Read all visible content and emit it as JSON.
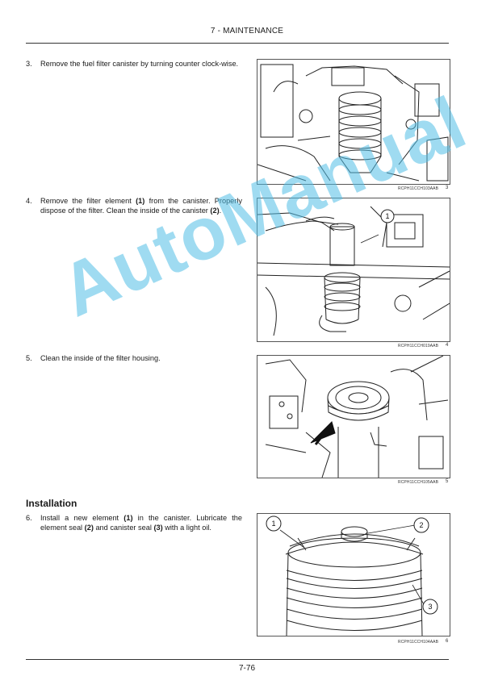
{
  "header": {
    "title": "7 - MAINTENANCE"
  },
  "steps": [
    {
      "num": "3.",
      "parts": [
        "Remove the fuel filter canister by turning counter clock-wise."
      ]
    },
    {
      "num": "4.",
      "parts": [
        "Remove the filter element ",
        "(1)",
        " from the canister. Properly dispose of the filter. Clean the inside of the canister ",
        "(2)",
        "."
      ]
    },
    {
      "num": "5.",
      "parts": [
        "Clean the inside of the filter housing."
      ]
    },
    {
      "num": "6.",
      "parts": [
        "Install a new element ",
        "(1)",
        " in the canister. Lubricate the element seal ",
        "(2)",
        " and canister seal ",
        "(3)",
        " with a light oil."
      ]
    }
  ],
  "section": {
    "title": "Installation"
  },
  "figures": [
    {
      "code": "RCPH11CCH103AAB",
      "number": "3"
    },
    {
      "code": "RCPH11CCH019AAB",
      "number": "4",
      "callouts": [
        "1"
      ]
    },
    {
      "code": "RCPH11CCH105AAB",
      "number": "5"
    },
    {
      "code": "RCPH11CCH104AAB",
      "number": "6",
      "callouts": [
        "1",
        "2",
        "3"
      ]
    }
  ],
  "watermark": "AutoManual",
  "footer": {
    "page": "7-76"
  }
}
